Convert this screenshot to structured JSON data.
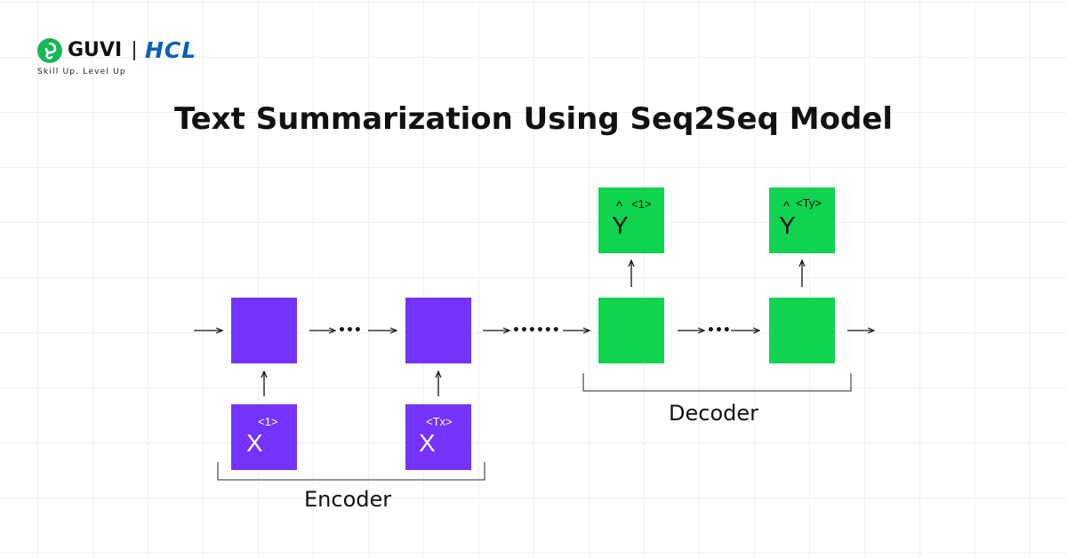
{
  "brand": {
    "primary": "GUVI",
    "partner": "HCL",
    "tagline": "Skill Up. Level Up",
    "green": "#15b757",
    "blue": "#0a60b8",
    "icon": "guvi-leaf-icon"
  },
  "title": "Text Summarization Using Seq2Seq Model",
  "colors": {
    "encoder": "#7433ff",
    "decoder": "#10d350",
    "grid": "#f0f0f0"
  },
  "encoder": {
    "label": "Encoder",
    "inputs": [
      {
        "symbol": "X",
        "superscript": "<1>"
      },
      {
        "symbol": "X",
        "superscript": "<Tx>"
      }
    ]
  },
  "decoder": {
    "label": "Decoder",
    "outputs": [
      {
        "symbol": "Y",
        "hat": "^",
        "superscript": "<1>"
      },
      {
        "symbol": "Y",
        "hat": "^",
        "superscript": "<Ty>"
      }
    ]
  },
  "ellipsis": {
    "short": "•••",
    "long": "••••••"
  }
}
